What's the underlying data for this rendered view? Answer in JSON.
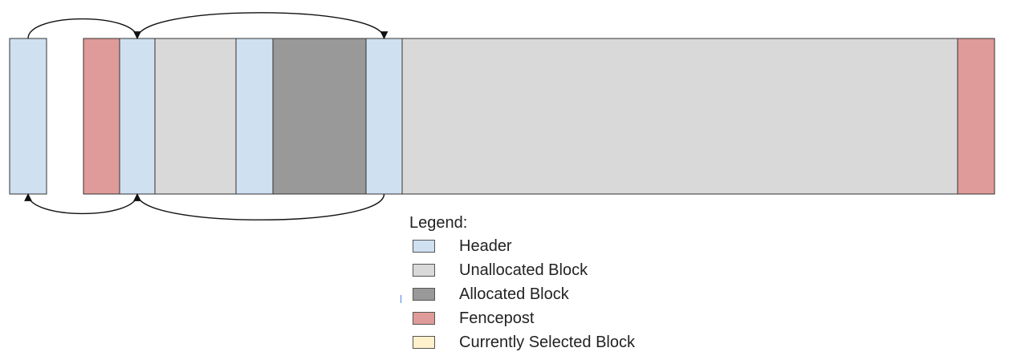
{
  "colors": {
    "header": "#cfe0f1",
    "unallocated": "#d9d9d9",
    "allocated": "#999999",
    "fencepost": "#df9b99",
    "selected": "#fff1cc",
    "border": "#333333",
    "arrow": "#111111"
  },
  "memory_blocks": [
    {
      "type": "header"
    },
    {
      "type": "fencepost"
    },
    {
      "type": "header"
    },
    {
      "type": "unallocated"
    },
    {
      "type": "header"
    },
    {
      "type": "allocated"
    },
    {
      "type": "header"
    },
    {
      "type": "unallocated"
    },
    {
      "type": "fencepost"
    }
  ],
  "links": [
    {
      "from": 0,
      "to": 2,
      "side": "top"
    },
    {
      "from": 2,
      "to": 6,
      "side": "top"
    },
    {
      "from": 2,
      "to": 0,
      "side": "bottom"
    },
    {
      "from": 6,
      "to": 2,
      "side": "bottom"
    }
  ],
  "legend": {
    "title": "Legend:",
    "items": [
      {
        "label": "Header",
        "color": "#cfe0f1"
      },
      {
        "label": "Unallocated Block",
        "color": "#d9d9d9"
      },
      {
        "label": "Allocated Block",
        "color": "#999999"
      },
      {
        "label": "Fencepost",
        "color": "#df9b99"
      },
      {
        "label": "Currently Selected Block",
        "color": "#fff1cc"
      }
    ]
  }
}
